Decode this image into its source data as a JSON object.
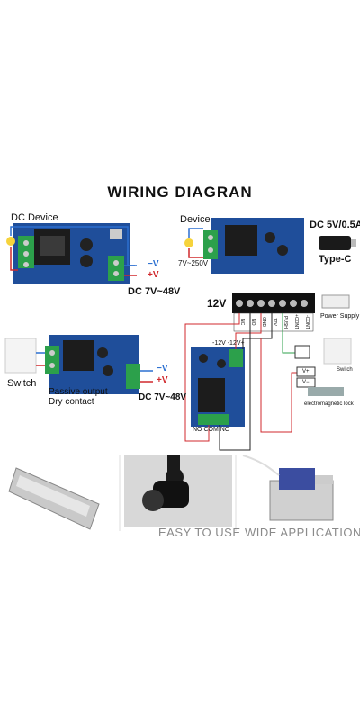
{
  "title": "WIRING DIAGRAN",
  "panel_a": {
    "device": "DC Device",
    "voltage": "DC 7V~48V",
    "minus": "−V",
    "plus": "+V"
  },
  "panel_b": {
    "device": "Device",
    "ac": "7V~250V",
    "usb_spec": "DC 5V/0.5A",
    "usb_type": "Type-C"
  },
  "panel_c": {
    "switch": "Switch",
    "desc_line1": "Passive output",
    "desc_line2": "Dry contact",
    "voltage": "DC 7V~48V",
    "minus": "−V",
    "plus": "+V"
  },
  "panel_d": {
    "supply": "12V",
    "terminals": [
      "NC",
      "NO",
      "GND",
      "12V",
      "PUSH",
      "+CONT",
      "-CONT"
    ],
    "power_supply": "Power Supply",
    "rail": "-12V -12V+",
    "relay_terms": "NO COM NC",
    "switch": "Switch",
    "lock": "electromagnetic lock",
    "vplus": "V+",
    "vminus": "V−"
  },
  "captions": {
    "left": "EASY TO USE",
    "right": "WIDE APPLICATION"
  },
  "colors": {
    "board": "#1f4e9a",
    "terminal": "#2ca04b",
    "relay": "#1c1c1c",
    "wire_red": "#d0282c",
    "wire_blue": "#2b6fd0"
  }
}
